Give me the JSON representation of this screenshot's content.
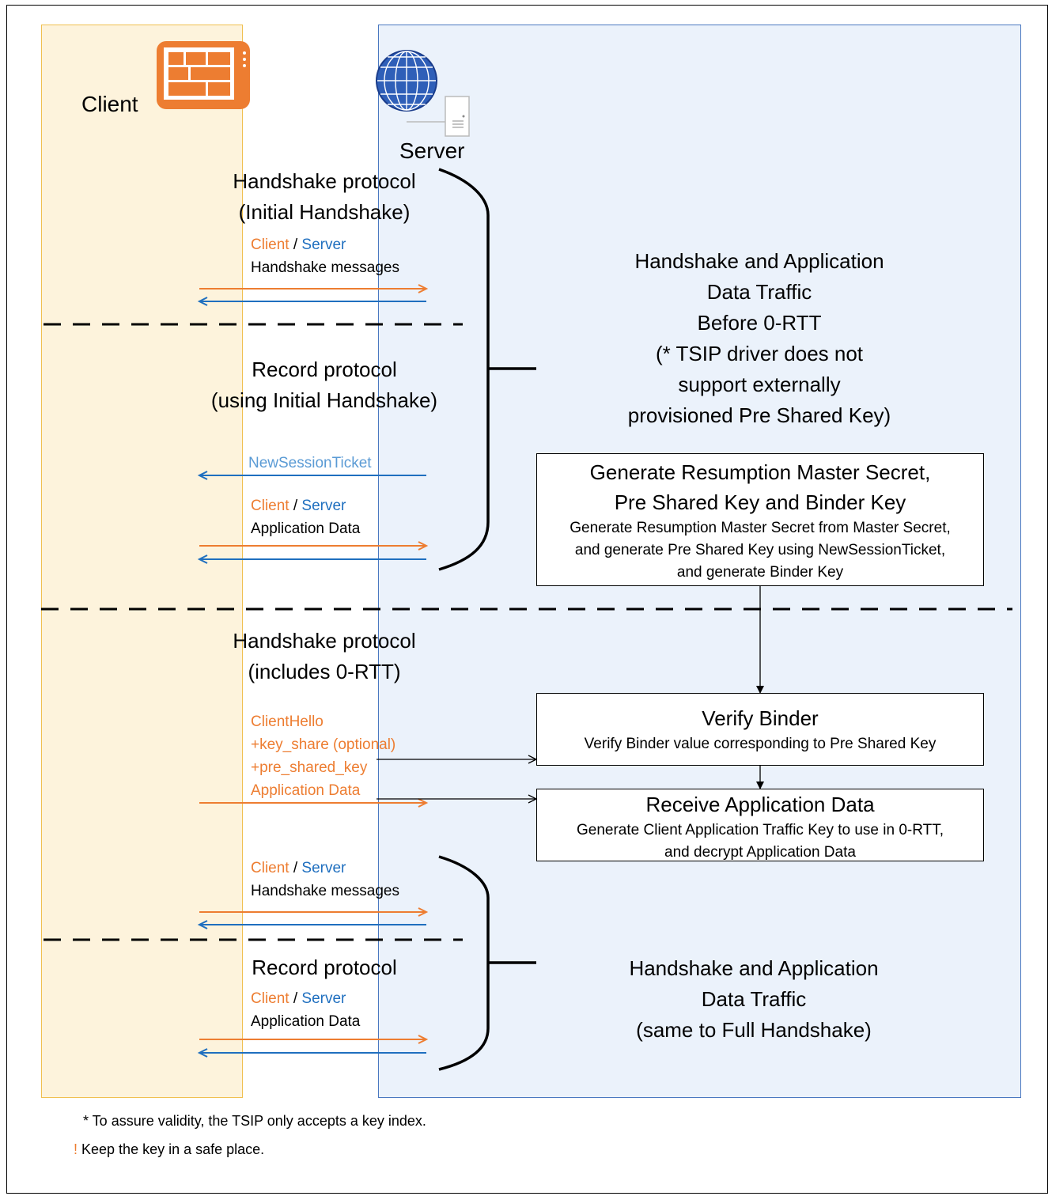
{
  "colors": {
    "client": "#ed7d31",
    "server": "#1f6fbf",
    "ticket": "#5b9bd5"
  },
  "actors": {
    "client": {
      "label": "Client",
      "icon": "tablet-icon"
    },
    "server": {
      "label": "Server",
      "icon": "globe-server-icon"
    }
  },
  "phase1": {
    "title_line1": "Handshake protocol",
    "title_line2": "(Initial Handshake)",
    "msg_client": "Client",
    "msg_sep": " / ",
    "msg_server": "Server",
    "msg_label": "Handshake messages"
  },
  "phase2": {
    "title_line1": "Record protocol",
    "title_line2": "(using Initial Handshake)",
    "ticket": "NewSessionTicket",
    "msg_client": "Client",
    "msg_sep": " / ",
    "msg_server": "Server",
    "msg_label": "Application Data"
  },
  "bracket1_text": [
    "Handshake and Application",
    "Data Traffic",
    "Before 0-RTT",
    "(* TSIP driver does not",
    "support externally",
    "provisioned Pre Shared Key)"
  ],
  "box_generate": {
    "title": [
      "Generate Resumption Master Secret,",
      "Pre Shared Key and Binder Key"
    ],
    "desc": [
      "Generate Resumption Master Secret from Master Secret,",
      "and generate Pre Shared Key using NewSessionTicket,",
      "and generate Binder Key"
    ]
  },
  "phase3": {
    "title_line1": "Handshake protocol",
    "title_line2": "(includes 0-RTT)",
    "lines": [
      "ClientHello",
      "+key_share (optional)",
      "+pre_shared_key",
      "Application Data"
    ]
  },
  "box_verify": {
    "title": "Verify Binder",
    "desc": "Verify Binder value corresponding to Pre Shared Key"
  },
  "box_receive": {
    "title": "Receive Application Data",
    "desc": [
      "Generate Client Application Traffic Key to use in 0-RTT,",
      "and decrypt Application Data"
    ]
  },
  "phase4": {
    "msg_client": "Client",
    "msg_sep": " / ",
    "msg_server": "Server",
    "msg_label": "Handshake messages"
  },
  "phase5": {
    "title": "Record protocol",
    "msg_client": "Client",
    "msg_sep": " / ",
    "msg_server": "Server",
    "msg_label": "Application Data"
  },
  "bracket2_text": [
    "Handshake and Application",
    "Data Traffic",
    "(same to Full Handshake)"
  ],
  "footnotes": {
    "note1": "* To assure validity, the TSIP only accepts a key index.",
    "note2_mark": "!",
    "note2": " Keep the key in a safe place."
  }
}
